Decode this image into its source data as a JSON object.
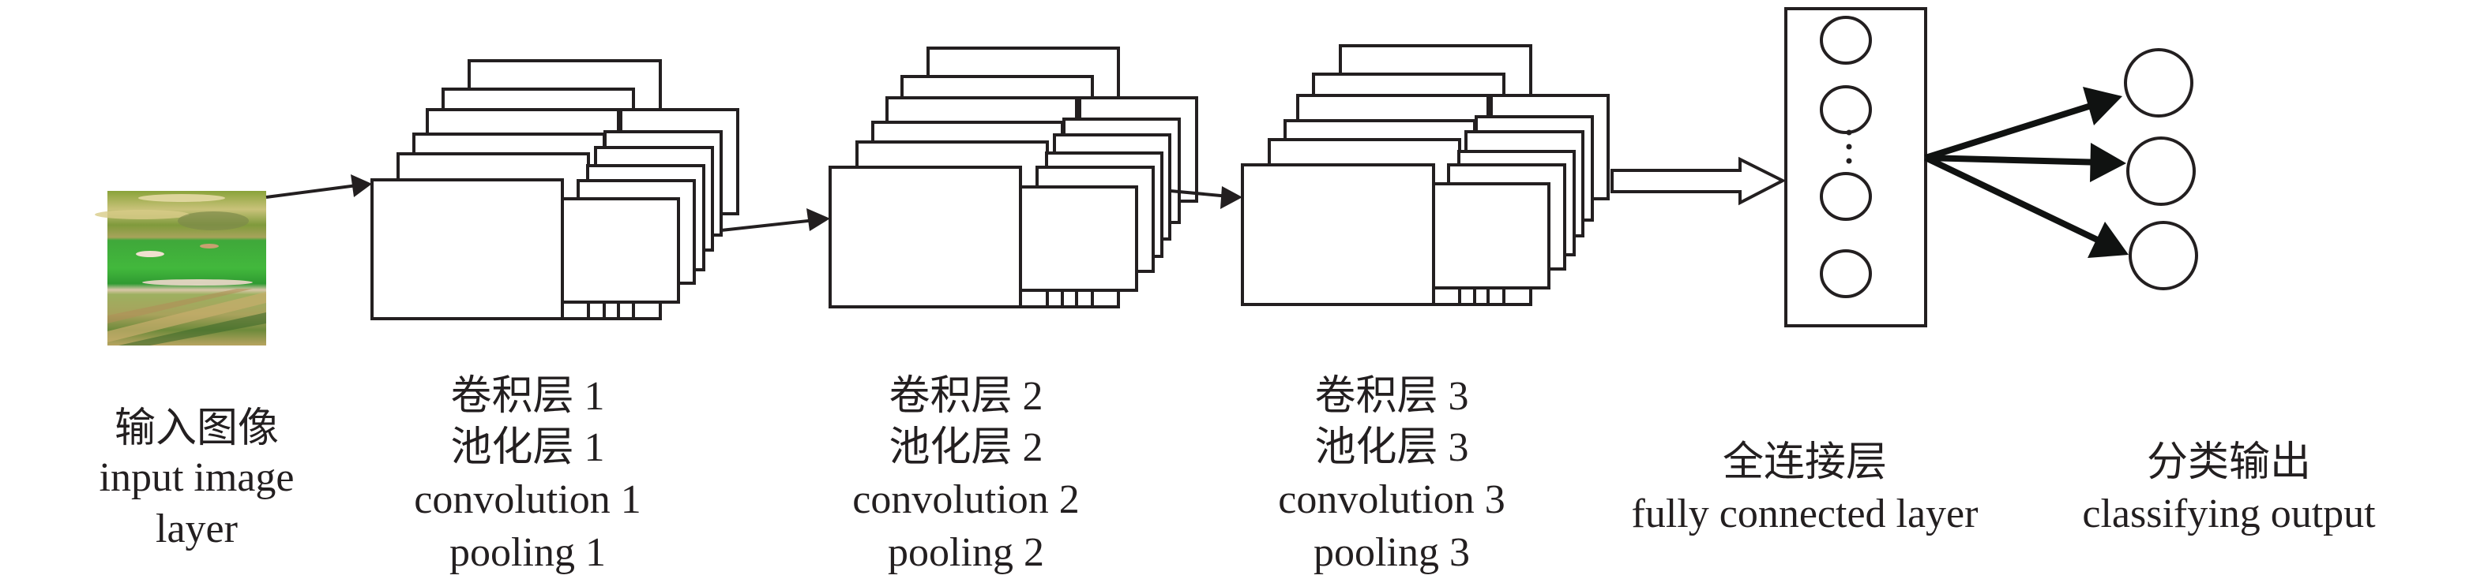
{
  "figure": {
    "type": "cnn-architecture",
    "colors": {
      "stroke": "#231f20",
      "arrow_dark": "#101211",
      "background": "#ffffff"
    },
    "input": {
      "image_description": "rice leaf crop showing green blade with tan diseased streaks",
      "label_zh": "输入图像",
      "label_en_lines": [
        "input image",
        "layer"
      ]
    },
    "stages": [
      {
        "id": "stage1",
        "conv_feature_maps": 6,
        "pool_feature_maps": 6,
        "label_lines": [
          "卷积层 1",
          "池化层 1",
          "convolution 1",
          "pooling 1"
        ]
      },
      {
        "id": "stage2",
        "conv_feature_maps": 6,
        "pool_feature_maps": 6,
        "label_lines": [
          "卷积层 2",
          "池化层 2",
          "convolution 2",
          "pooling 2"
        ]
      },
      {
        "id": "stage3",
        "conv_feature_maps": 6,
        "pool_feature_maps": 6,
        "label_lines": [
          "卷积层 3",
          "池化层 3",
          "convolution 3",
          "pooling 3"
        ]
      }
    ],
    "fully_connected": {
      "visible_neurons": 4,
      "ellipsis": "⋮",
      "label_zh": "全连接层",
      "label_en": "fully connected layer"
    },
    "output": {
      "neurons": 3,
      "label_zh": "分类输出",
      "label_en": "classifying output"
    }
  }
}
